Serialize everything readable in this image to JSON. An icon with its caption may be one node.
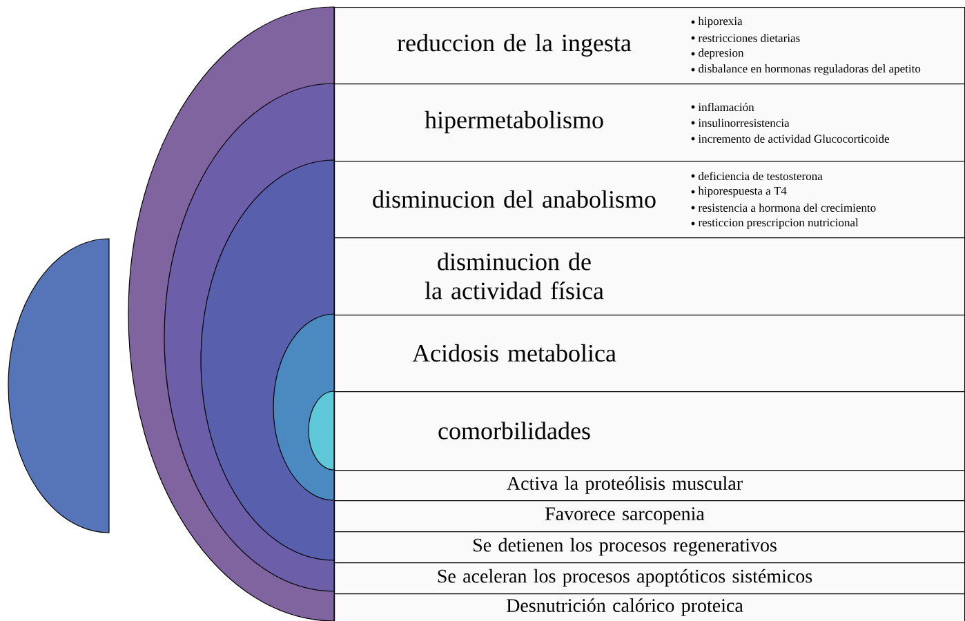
{
  "diagram": {
    "nodes": [
      {
        "text": [
          "reduccion de la ingesta",
          "hiporexia",
          "restricciones dietarias",
          "depresion",
          "disbalance en hormonas reguladoras del apetito"
        ]
      },
      {
        "text": [
          "hipermetabolismo",
          "inflamación",
          "insulinorresistencia",
          "incremento de actividad Glucocorticoide"
        ]
      },
      {
        "text": [
          "disminucion del anabolismo",
          "deficiencia de testosterona",
          "hiporespuesta a T4",
          "resistencia a hormona del crecimiento",
          "resticcion prescripcion nutricional"
        ]
      },
      {
        "text": [
          "disminucion de la actividad física"
        ]
      },
      {
        "text": [
          "Acidosis metabolica"
        ]
      },
      {
        "text": [
          "comorbilidades"
        ]
      },
      {
        "text": [
          "Activa la proteólisis muscular"
        ]
      },
      {
        "text": [
          "Favorece sarcopenia"
        ]
      },
      {
        "text": [
          "Se detienen los procesos regenerativos"
        ]
      },
      {
        "text": [
          "Se aceleran los procesos apoptóticos sistémicos"
        ]
      },
      {
        "text": [
          "Desnutrición calórico proteica"
        ]
      },
      {
        "text": [],
        "shape": "semicircle"
      }
    ]
  }
}
